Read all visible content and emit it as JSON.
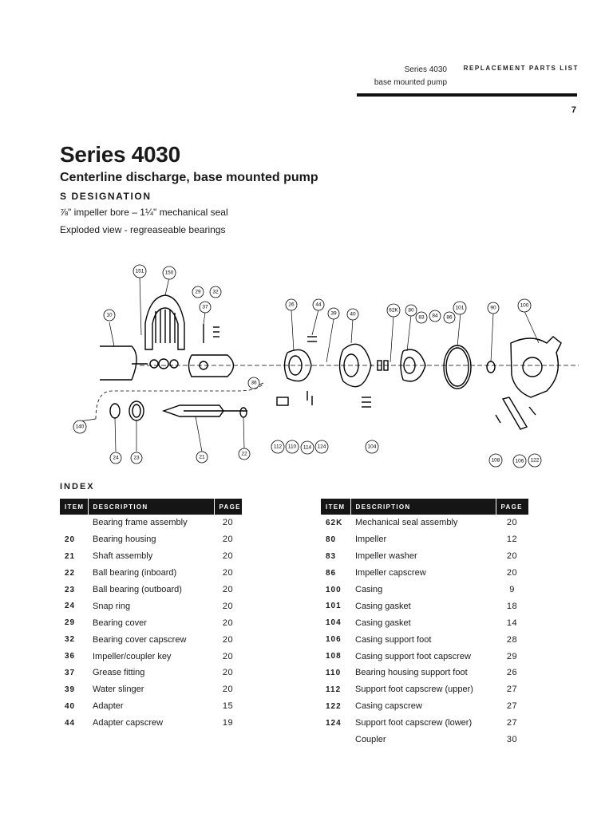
{
  "header": {
    "series": "Series 4030",
    "sub": "base mounted pump",
    "title": "REPLACEMENT PARTS LIST",
    "page": "7"
  },
  "doc": {
    "title": "Series 4030",
    "subtitle": "Centerline discharge, base mounted pump",
    "designation": "S DESIGNATION",
    "line1": "⅞\" impeller bore – 1¼\" mechanical seal",
    "line2": "Exploded view - regreaseable bearings"
  },
  "diagram": {
    "callouts": [
      "151",
      "150",
      "29",
      "32",
      "37",
      "10",
      "26",
      "44",
      "39",
      "40",
      "62K",
      "80",
      "83",
      "84",
      "86",
      "101",
      "90",
      "100",
      "36",
      "140",
      "24",
      "23",
      "21",
      "22",
      "112",
      "110",
      "114",
      "124",
      "104",
      "108",
      "106",
      "122"
    ]
  },
  "index": {
    "heading": "INDEX",
    "columns": {
      "item": "ITEM",
      "description": "DESCRIPTION",
      "page": "PAGE"
    },
    "left": [
      {
        "item": "",
        "description": "Bearing frame assembly",
        "page": "20"
      },
      {
        "item": "20",
        "description": "Bearing housing",
        "page": "20"
      },
      {
        "item": "21",
        "description": "Shaft assembly",
        "page": "20"
      },
      {
        "item": "22",
        "description": "Ball bearing (inboard)",
        "page": "20"
      },
      {
        "item": "23",
        "description": "Ball bearing (outboard)",
        "page": "20"
      },
      {
        "item": "24",
        "description": "Snap ring",
        "page": "20"
      },
      {
        "item": "29",
        "description": "Bearing cover",
        "page": "20"
      },
      {
        "item": "32",
        "description": "Bearing cover capscrew",
        "page": "20"
      },
      {
        "item": "36",
        "description": "Impeller/coupler key",
        "page": "20"
      },
      {
        "item": "37",
        "description": "Grease fitting",
        "page": "20"
      },
      {
        "item": "39",
        "description": "Water slinger",
        "page": "20"
      },
      {
        "item": "40",
        "description": "Adapter",
        "page": "15"
      },
      {
        "item": "44",
        "description": "Adapter capscrew",
        "page": "19"
      }
    ],
    "right": [
      {
        "item": "62K",
        "description": "Mechanical seal assembly",
        "page": "20"
      },
      {
        "item": "80",
        "description": "Impeller",
        "page": "12"
      },
      {
        "item": "83",
        "description": "Impeller washer",
        "page": "20"
      },
      {
        "item": "86",
        "description": "Impeller capscrew",
        "page": "20"
      },
      {
        "item": "100",
        "description": "Casing",
        "page": "9"
      },
      {
        "item": "101",
        "description": "Casing gasket",
        "page": "18"
      },
      {
        "item": "104",
        "description": "Casing gasket",
        "page": "14"
      },
      {
        "item": "106",
        "description": "Casing support foot",
        "page": "28"
      },
      {
        "item": "108",
        "description": "Casing support foot capscrew",
        "page": "29"
      },
      {
        "item": "110",
        "description": "Bearing housing support foot",
        "page": "26"
      },
      {
        "item": "112",
        "description": "Support foot capscrew (upper)",
        "page": "27"
      },
      {
        "item": "122",
        "description": "Casing capscrew",
        "page": "27"
      },
      {
        "item": "124",
        "description": "Support foot capscrew (lower)",
        "page": "27"
      },
      {
        "item": "",
        "description": "Coupler",
        "page": "30"
      }
    ]
  }
}
